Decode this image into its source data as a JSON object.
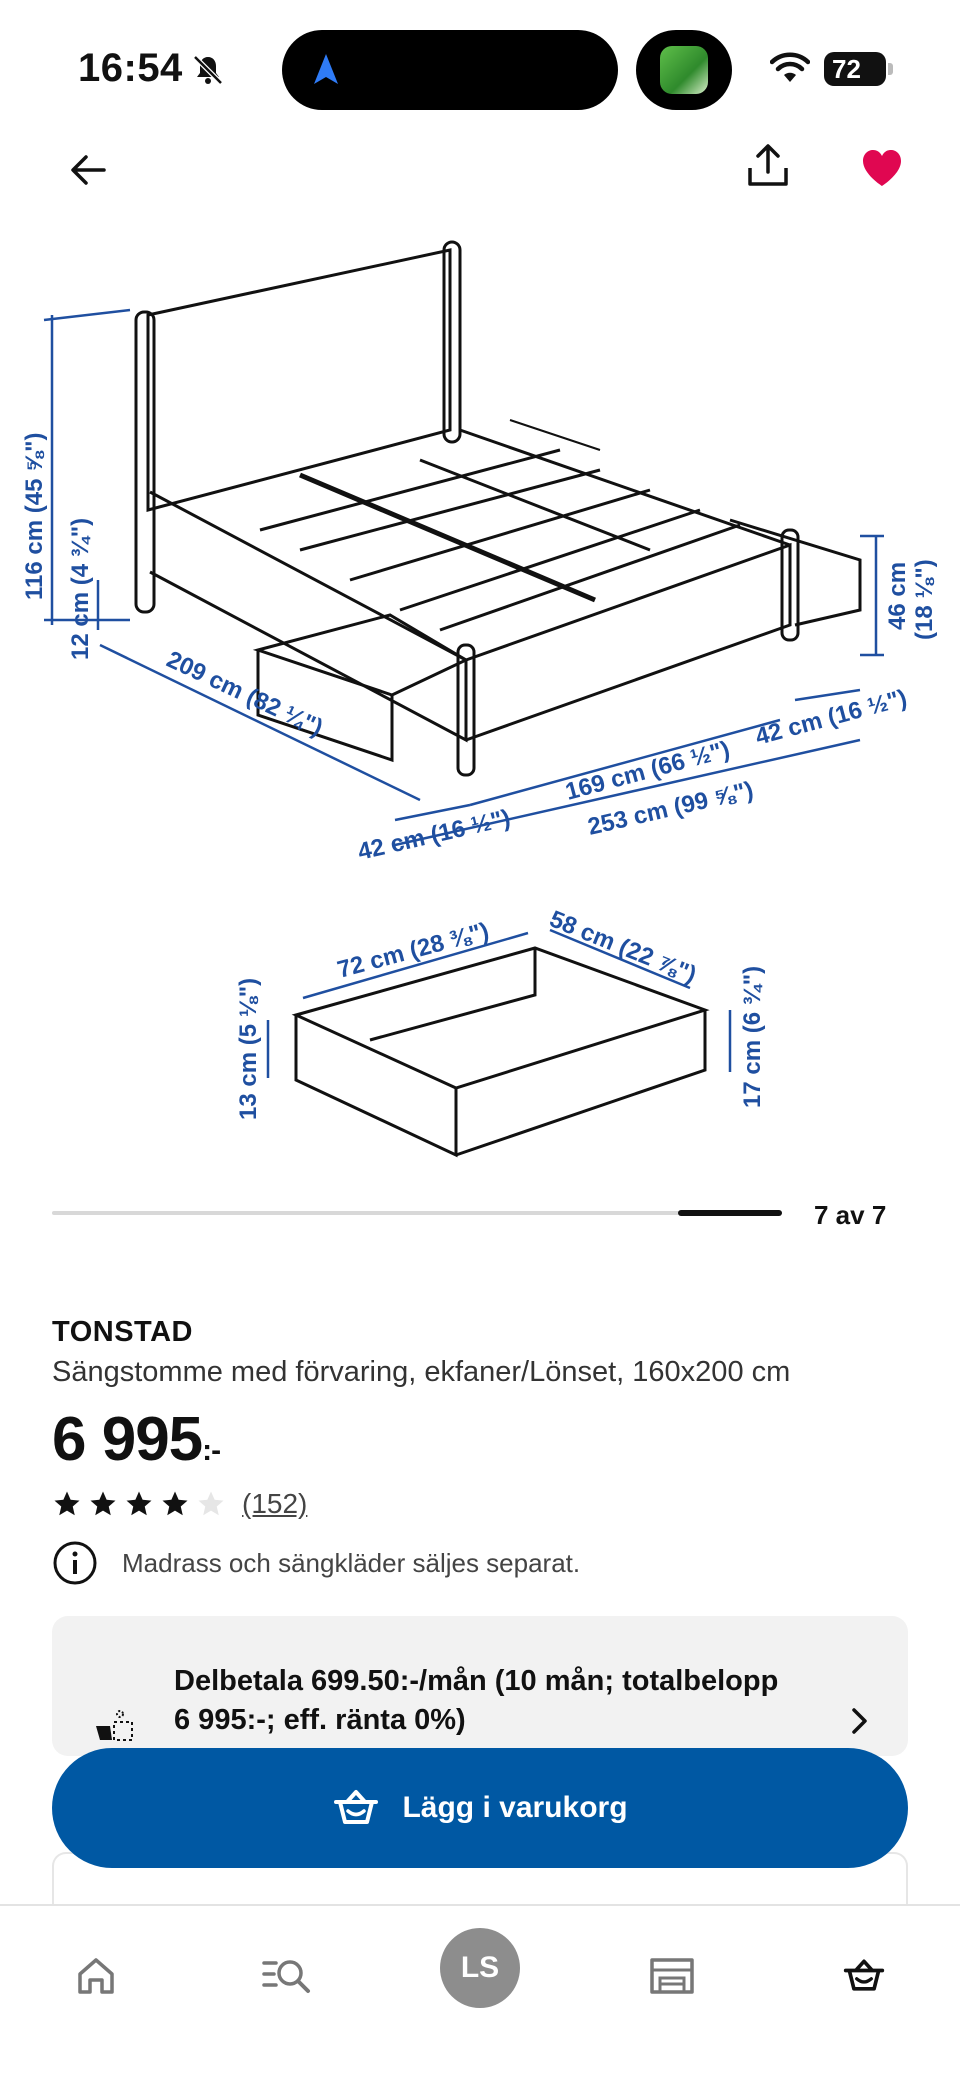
{
  "status_bar": {
    "time": "16:54",
    "battery": "72",
    "icons": [
      "bell-slash-icon",
      "navigation-arrow-icon",
      "app-thumbnail-icon",
      "wifi-icon",
      "battery-icon"
    ]
  },
  "top_nav": {
    "icons": [
      "arrow-left-icon",
      "share-icon",
      "heart-icon"
    ],
    "favorite_color": "#e00751"
  },
  "diagram": {
    "bed_height": "116 cm (45 ⅝\")",
    "bed_clearance": "12 cm (4 ¾\")",
    "bed_length": "209 cm (82 ¼\")",
    "bed_side_height": "46 cm",
    "bed_side_height_in": "(18 ⅛\")",
    "drawer_pull_left": "42 cm (16 ½\")",
    "drawer_pull_right": "42 cm (16 ½\")",
    "bed_width": "169 cm (66 ½\")",
    "total_width": "253 cm (99 ⅝\")",
    "drawer_length": "72 cm (28 ⅜\")",
    "drawer_depth": "58 cm (22 ⅞\")",
    "drawer_inner_height": "13 cm (5 ⅛\")",
    "drawer_outer_height": "17 cm (6 ¾\")",
    "line_color": "#1f4fa0"
  },
  "carousel": {
    "counter": "7 av 7",
    "position": 7,
    "total": 7
  },
  "product": {
    "name": "TONSTAD",
    "description": "Sängstomme med förvaring, ekfaner/Lönset, 160x200 cm",
    "price": "6 995",
    "price_suffix": ":-",
    "rating": 4,
    "rating_max": 5,
    "review_count": "(152)",
    "notice": "Madrass och sängkläder säljes separat."
  },
  "installment": {
    "text": "Delbetala 699.50:-/mån (10 mån; totalbelopp 6 995:-; eff. ränta 0%)"
  },
  "cta": {
    "add_to_cart": "Lägg i varukorg",
    "color": "#0058a3"
  },
  "tab_bar": {
    "profile_initials": "LS",
    "icons": [
      "home-icon",
      "search-list-icon",
      "profile-avatar",
      "store-icon",
      "cart-icon"
    ]
  }
}
